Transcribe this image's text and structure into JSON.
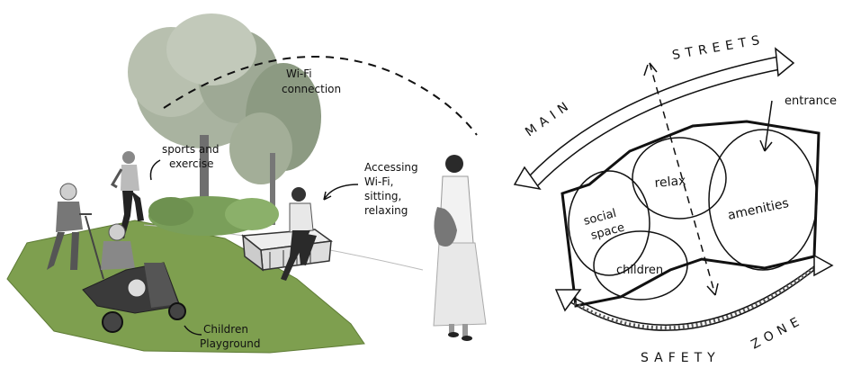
{
  "left_scene": {
    "labels": {
      "wifi_line1": "Wi-Fi",
      "wifi_line2": "connection",
      "sports_line1": "sports and",
      "sports_line2": "exercise",
      "access_line1": "Accessing",
      "access_line2": "Wi-Fi,",
      "access_line3": "sitting,",
      "access_line4": "relaxing",
      "children_line1": "Children",
      "children_line2": "Playground"
    }
  },
  "right_diagram": {
    "labels": {
      "main_streets_1": "MAIN",
      "main_streets_2": "STREETS",
      "entrance": "entrance",
      "relax": "relax",
      "social_line1": "social",
      "social_line2": "space",
      "amenities": "amenities",
      "children": "children",
      "safety_zone_1": "SAFETY",
      "safety_zone_2": "ZONE"
    }
  },
  "colors": {
    "lawn": "#7e9f4f",
    "lawn_edge": "#5f7c36",
    "ink": "#111111",
    "foliage": "#9aa88e",
    "foliage_green": "#7a9f5a"
  }
}
